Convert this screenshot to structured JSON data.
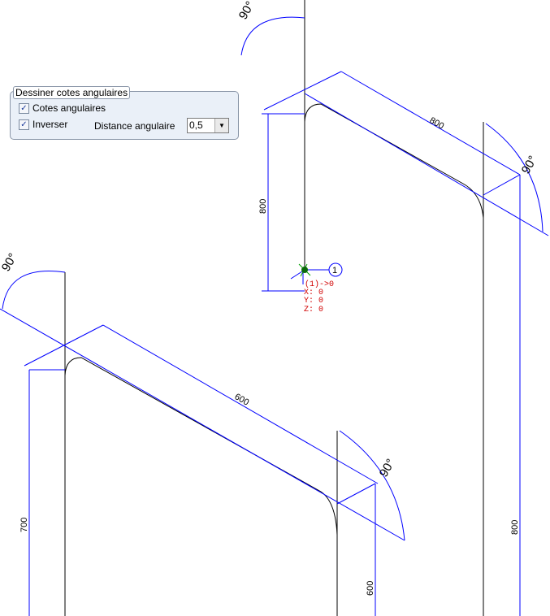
{
  "panel": {
    "title": "Dessiner cotes angulaires",
    "cotes_label": "Cotes angulaires",
    "cotes_checked": true,
    "inverser_label": "Inverser",
    "inverser_checked": true,
    "distance_label": "Distance angulaire",
    "distance_value": "0,5"
  },
  "drawing": {
    "top": {
      "dim_horizontal": "800",
      "dim_left": "800",
      "dim_right": "800",
      "angle_top": "90°",
      "angle_right": "90°"
    },
    "bottom": {
      "dim_horizontal": "600",
      "dim_left": "700",
      "dim_right": "600",
      "angle_top": "90°",
      "angle_right": "90°"
    },
    "origin": {
      "marker": "1",
      "label": "(1)->0",
      "x": "X: 0",
      "y": "Y: 0",
      "z": "Z: 0"
    }
  }
}
